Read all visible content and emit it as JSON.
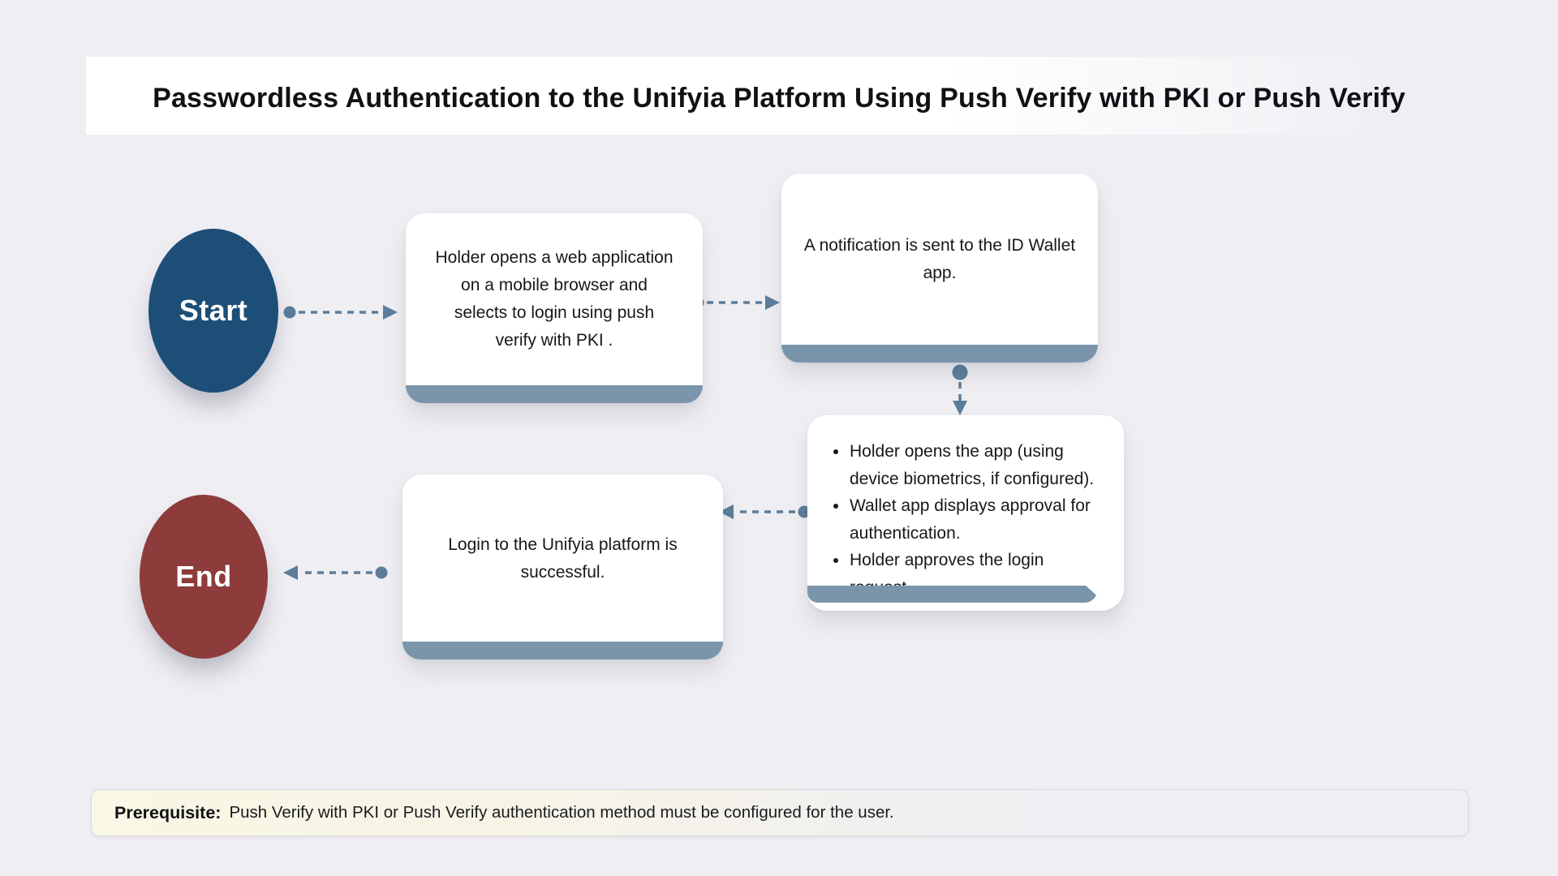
{
  "title": "Passwordless Authentication to the Unifyia Platform Using Push Verify with PKI or Push Verify",
  "flow": {
    "start_label": "Start",
    "end_label": "End",
    "steps": [
      {
        "id": "open-web-app",
        "text": "Holder opens a web application on a mobile browser and selects to login using push verify with PKI ."
      },
      {
        "id": "notification-sent",
        "text": "A notification is sent to the ID Wallet app."
      },
      {
        "id": "approve-in-wallet",
        "bullets": [
          "Holder opens the app (using device biometrics, if configured).",
          "Wallet app displays approval for authentication.",
          "Holder approves the login request."
        ]
      },
      {
        "id": "login-success",
        "text": "Login to the Unifyia platform is successful."
      }
    ]
  },
  "prerequisite": {
    "label": "Prerequisite:",
    "text": "Push Verify with PKI or Push Verify authentication method must be configured for the user."
  },
  "colors": {
    "background": "#EFEEF3",
    "card": "#FFFFFF",
    "card_bottom_bar": "#7A95AA",
    "connector": "#5C7D9A",
    "start_node": "#1C4E78",
    "end_node": "#8D3B3B",
    "prerequisite_background": "#FAF7E6",
    "title_text": "#101114",
    "body_text": "#17181B"
  }
}
